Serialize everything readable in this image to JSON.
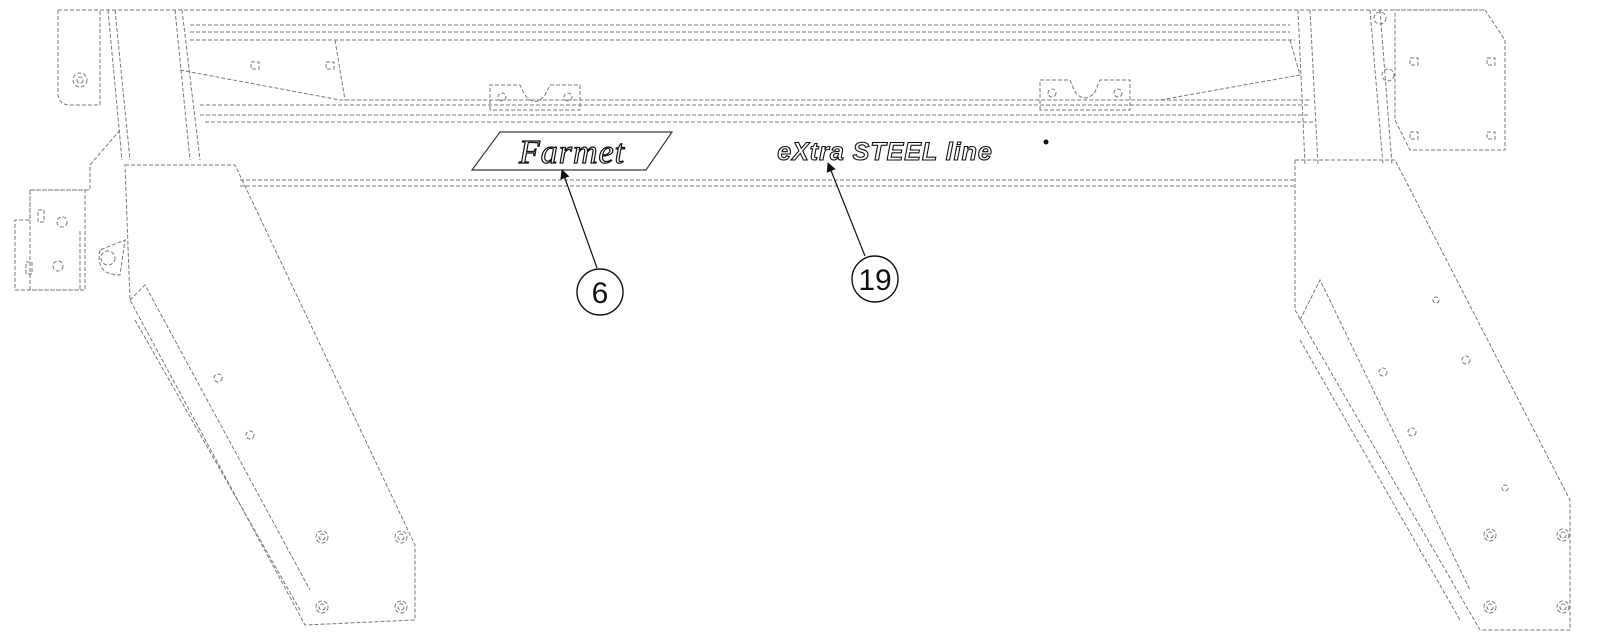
{
  "decals": {
    "farmet_logo": "Farmet",
    "steel_line": "eXtra STEEL line"
  },
  "callouts": [
    {
      "number": "6",
      "target": "Farmet logo decal"
    },
    {
      "number": "19",
      "target": "eXtra STEEL line decal"
    }
  ]
}
